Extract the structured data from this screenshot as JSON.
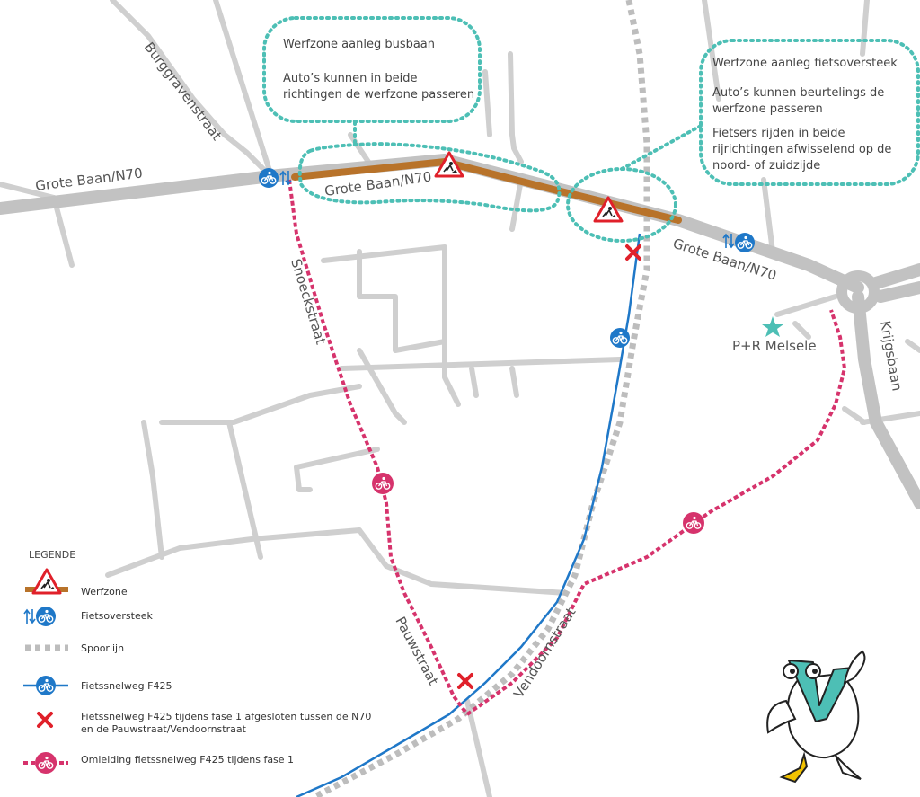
{
  "map": {
    "streets": {
      "burggravenstraat": "Burggravenstraat",
      "grote_baan_west": "Grote Baan/N70",
      "grote_baan_middle": "Grote Baan/N70",
      "grote_baan_east": "Grote Baan/N70",
      "snoeckstraat": "Snoeckstraat",
      "krijgsbaan": "Krijgsbaan",
      "pauwstraat": "Pauwstraat",
      "vendoornstraat": "Vendoornstraat"
    },
    "poi": {
      "park_ride": "P+R Melsele"
    },
    "callouts": {
      "busbaan": {
        "title": "Werfzone aanleg busbaan",
        "line1": "Auto’s kunnen in beide",
        "line2": "richtingen de werfzone passeren"
      },
      "fietsoversteek": {
        "title": "Werfzone aanleg fietsoversteek",
        "line1": "Auto’s kunnen beurtelings de",
        "line2": "werfzone passeren",
        "line3": "Fietsers rijden in beide",
        "line4": "rijrichtingen afwisselend op de",
        "line5": "noord- of zuidzijde"
      }
    },
    "legend": {
      "title": "LEGENDE",
      "werfzone": "Werfzone",
      "fietsoversteek": "Fietsoversteek",
      "spoorlijn": "Spoorlijn",
      "fietssnelweg": "Fietssnelweg F425",
      "afgesloten_line1": "Fietssnelweg F425 tijdens fase 1 afgesloten tussen de N70",
      "afgesloten_line2": "en de Pauwstraat/Vendoornstraat",
      "omleiding": "Omleiding fietssnelweg F425 tijdens fase 1"
    },
    "colors": {
      "werfzone": "#b8732a",
      "fietssnelweg": "#1f78c8",
      "omleiding": "#d6336c",
      "callout": "#4dbfb5",
      "closure": "#e0202a",
      "road": "#cfcfcf",
      "spoorlijn": "#bdbdbd"
    },
    "icons": [
      "bicycle-icon",
      "roadworks-sign-icon",
      "closure-x-icon",
      "star-icon",
      "crossing-arrows-icon",
      "mascot-bird"
    ]
  }
}
